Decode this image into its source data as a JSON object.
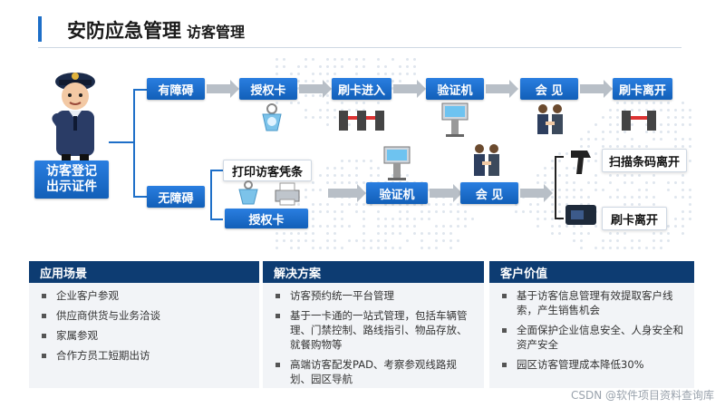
{
  "header": {
    "title": "安防应急管理",
    "subtitle": "访客管理"
  },
  "start_label": [
    "访客登记",
    "出示证件"
  ],
  "row1": {
    "branch": "有障碍",
    "steps": [
      "授权卡",
      "刷卡进入",
      "验证机",
      "会  见",
      "刷卡离开"
    ]
  },
  "row2": {
    "branch": "无障碍",
    "print_label": "打印访客凭条",
    "card_label": "授权卡",
    "steps": [
      "验证机",
      "会  见"
    ],
    "exit1": "扫描条码离开",
    "exit2": "刷卡离开"
  },
  "panels": [
    {
      "title": "应用场景",
      "items": [
        "企业客户参观",
        "供应商供货与业务洽谈",
        "家属参观",
        "合作方员工短期出访"
      ]
    },
    {
      "title": "解决方案",
      "items": [
        "访客预约统一平台管理",
        "基于一卡通的一站式管理，包括车辆管理、门禁控制、路线指引、物品存放、就餐购物等",
        "高端访客配发PAD、考察参观线路规划、园区导航"
      ]
    },
    {
      "title": "客户价值",
      "items": [
        "基于访客信息管理有效提取客户线索，产生销售机会",
        "全面保护企业信息安全、人身安全和资产安全",
        "园区访客管理成本降低30%"
      ]
    }
  ],
  "watermark": "CSDN @软件项目资料查询库",
  "colors": {
    "accent": "#1e6fc8",
    "panel_header": "#0d3c72"
  }
}
